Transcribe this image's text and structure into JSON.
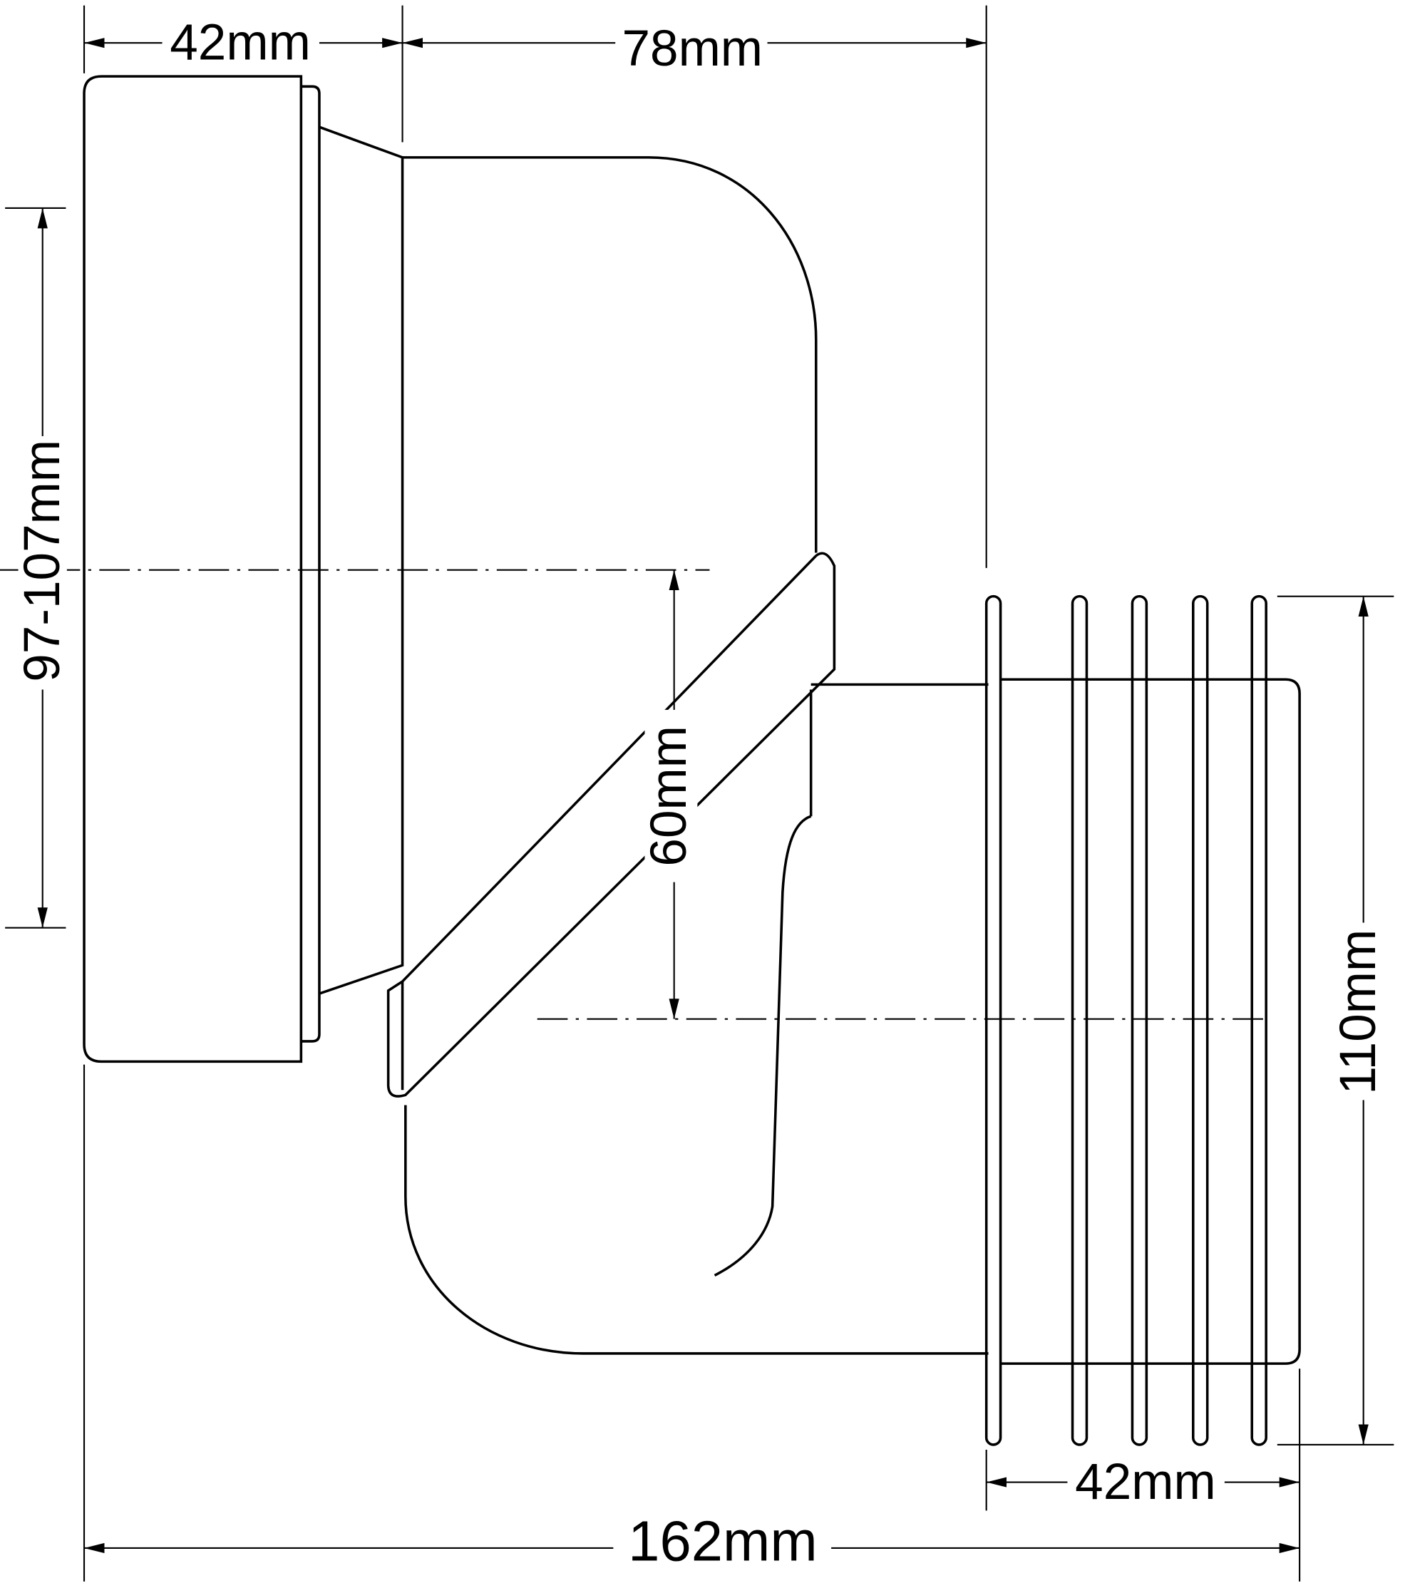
{
  "title": "Eccentric WC pan connector dimension drawing",
  "dimensions": {
    "top_left_width": "42mm",
    "top_offset": "78mm",
    "inlet_diameter": "97-107mm",
    "eccentric_offset": "60mm",
    "outlet_diameter": "110mm",
    "outlet_length": "42mm",
    "total_length": "162mm"
  },
  "colors": {
    "line": "#000000",
    "background": "#ffffff"
  }
}
